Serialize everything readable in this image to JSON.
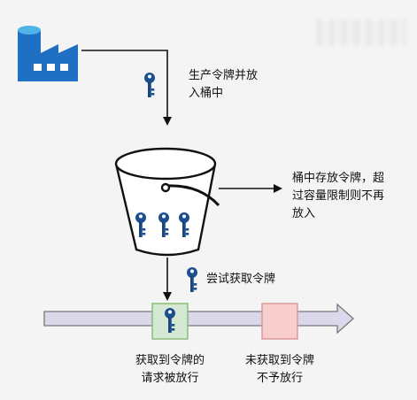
{
  "labels": {
    "produce": "生产令牌并放\n入桶中",
    "bucket": "桶中存放令牌，超\n过容量限制则不再\n放入",
    "try": "尝试获取令牌",
    "allowed": "获取到令牌的\n请求被放行",
    "denied": "未获取到令牌\n不予放行"
  },
  "icons": {
    "factory": "factory-icon",
    "key": "key-icon",
    "bucket": "bucket-icon"
  },
  "colors": {
    "factory_blue": "#1f6fc5",
    "factory_light": "#4fb3e8",
    "key_blue": "#1b4f8f",
    "arrow": "#111111",
    "timeline_fill": "#dcd8ec",
    "timeline_stroke": "#777777",
    "allowed_fill": "#d5e8d4",
    "allowed_stroke": "#82b366",
    "denied_fill": "#f8cecc",
    "denied_stroke": "#d99090"
  }
}
